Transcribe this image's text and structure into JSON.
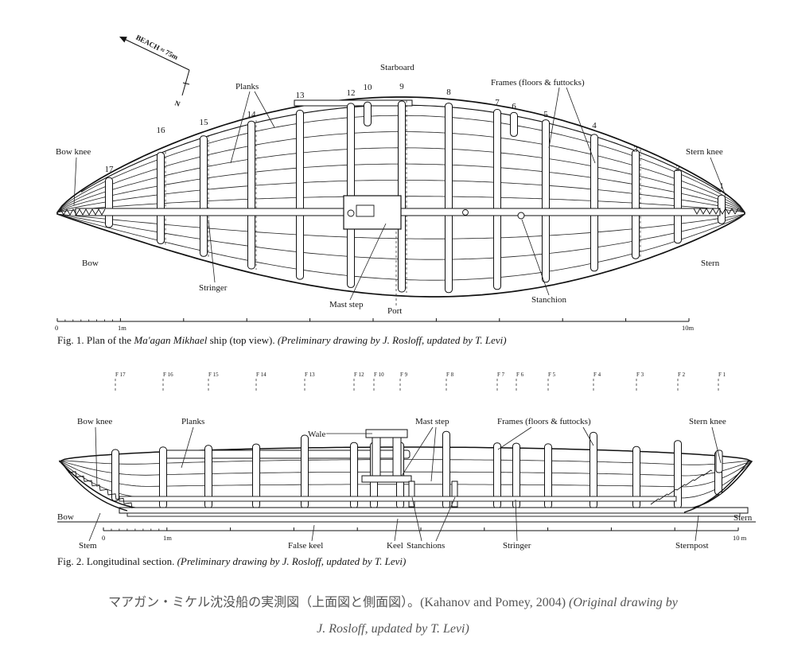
{
  "figure1": {
    "beach": "BEACH ≈ 75m",
    "north": "N",
    "starboard": "Starboard",
    "planks": "Planks",
    "frames": "Frames (floors & futtocks)",
    "bow_knee": "Bow knee",
    "stern_knee": "Stern knee",
    "bow": "Bow",
    "stern": "Stern",
    "stringer": "Stringer",
    "mast_step": "Mast step",
    "port": "Port",
    "stanchion": "Stanchion",
    "frame_numbers": [
      "17",
      "16",
      "15",
      "14",
      "13",
      "12",
      "10",
      "9",
      "8",
      "7",
      "6",
      "5",
      "4",
      "3",
      "2",
      "1"
    ],
    "scale": {
      "start": "0",
      "first": "1m",
      "end": "10m"
    },
    "caption": {
      "lead": "Fig. 1. Plan of the ",
      "ship": "Ma'agan Mikhael",
      "mid": " ship (top view). ",
      "credit": "(Preliminary drawing by J. Rosloff, updated by T. Levi)"
    }
  },
  "figure2": {
    "frame_markers": [
      "F 17",
      "F 16",
      "F 15",
      "F 14",
      "F 13",
      "F 12",
      "F 10",
      "F 9",
      "F 8",
      "F 7",
      "F 6",
      "F 5",
      "F 4",
      "F 3",
      "F 2",
      "F 1"
    ],
    "bow_knee": "Bow knee",
    "planks": "Planks",
    "wale": "Wale",
    "mast_step": "Mast step",
    "frames": "Frames (floors & futtocks)",
    "stern_knee": "Stern knee",
    "bow": "Bow",
    "stern": "Stern",
    "stem": "Stem",
    "false_keel": "False keel",
    "keel": "Keel",
    "stanchions": "Stanchions",
    "stringer": "Stringer",
    "sternpost": "Sternpost",
    "scale": {
      "start": "0",
      "first": "1m",
      "end": "10 m"
    },
    "caption": {
      "lead": "Fig. 2. Longitudinal section. ",
      "credit": "(Preliminary drawing by J. Rosloff, updated by T. Levi)"
    }
  },
  "caption": {
    "japanese": "マアガン・ミケル沈没船の実測図（上面図と側面図）。",
    "citation": "(Kahanov and Pomey, 2004) ",
    "original_line1": "(Original drawing by",
    "original_line2": "J. Rosloff, updated by T. Levi)"
  }
}
